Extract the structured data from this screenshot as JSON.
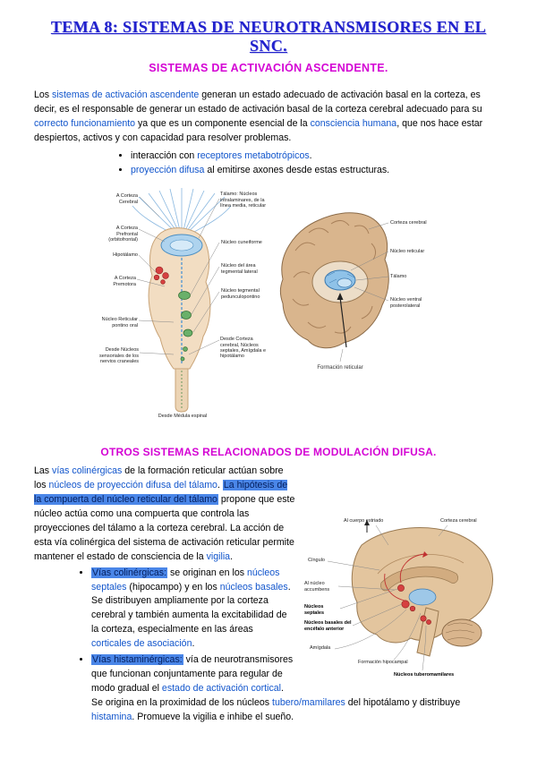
{
  "header": {
    "title": "TEMA 8: SISTEMAS DE NEUROTRANSMISORES EN EL SNC.",
    "subtitle": "SISTEMAS DE ACTIVACIÓN ASCENDENTE."
  },
  "colors": {
    "title_blue": "#2121cd",
    "heading_magenta": "#d404d4",
    "term_blue": "#1155cc",
    "highlight_bg": "#4a86e8"
  },
  "intro": {
    "paragraph": [
      {
        "t": "Los ",
        "s": "n"
      },
      {
        "t": "sistemas de activación ascendente",
        "s": "b"
      },
      {
        "t": " generan un estado adecuado de activación basal en la corteza, es decir, es el responsable de generar un estado de activación basal de la corteza cerebral adecuado para su ",
        "s": "n"
      },
      {
        "t": "correcto funcionamiento",
        "s": "b"
      },
      {
        "t": " ya que es un componente esencial de la ",
        "s": "n"
      },
      {
        "t": "consciencia humana",
        "s": "b"
      },
      {
        "t": ", que nos hace estar despiertos, activos y con capacidad para resolver problemas.",
        "s": "n"
      }
    ],
    "bullets": [
      [
        {
          "t": "interacción con ",
          "s": "n"
        },
        {
          "t": "receptores metabotrópicos",
          "s": "b"
        },
        {
          "t": ".",
          "s": "n"
        }
      ],
      [
        {
          "t": "proyección difusa",
          "s": "b"
        },
        {
          "t": " al emitirse axones desde estas estructuras.",
          "s": "n"
        }
      ]
    ]
  },
  "figures": {
    "fig1": {
      "labels_left": [
        "A Corteza Cerebral",
        "A Corteza Prefrontal (orbitofrontal)",
        "Hipotálamo",
        "A Corteza Premotora",
        "Núcleo Reticular pontino oral",
        "Desde Núcleos sensoriales de los nervios craneales"
      ],
      "label_bottom": "Desde Médula espinal",
      "labels_right": [
        "Tálamo: Núcleos intralaminares, de la línea media, reticular",
        "Núcleo cuneiforme",
        "Núcleo del área tegmental lateral",
        "Núcleo tegmental pedunculopontino",
        "Desde Corteza cerebral, Núcleos septales, Amígdala e hipotálamo"
      ]
    },
    "fig2": {
      "labels": [
        "Corteza cerebral",
        "Núcleo reticular",
        "Tálamo",
        "Núcleo ventral posterolateral"
      ],
      "caption": "Formación reticular"
    },
    "fig3": {
      "labels": [
        "Al cuerpo estriado",
        "Corteza cerebral",
        "Cíngulo",
        "Al núcleo accumbens",
        "Núcleos septales",
        "Núcleos basales del encéfalo anterior",
        "Amígdala",
        "Formación hipocampal",
        "Núcleos tuberomamilares"
      ]
    }
  },
  "section2": {
    "heading": "OTROS SISTEMAS RELACIONADOS DE MODULACIÓN DIFUSA.",
    "paragraph": [
      {
        "t": "Las ",
        "s": "n"
      },
      {
        "t": "vías colinérgicas",
        "s": "b"
      },
      {
        "t": " de la formación reticular actúan sobre los ",
        "s": "n"
      },
      {
        "t": "núcleos de proyección difusa del tálamo",
        "s": "b"
      },
      {
        "t": ". ",
        "s": "n"
      },
      {
        "t": "La hipótesis de la compuerta del núcleo reticular del tálamo",
        "s": "h"
      },
      {
        "t": " propone que este núcleo actúa como una compuerta que controla las proyecciones del tálamo a la corteza cerebral. La acción de esta vía colinérgica del sistema de activación reticular permite mantener el estado de consciencia de la ",
        "s": "n"
      },
      {
        "t": "vigilia",
        "s": "b"
      },
      {
        "t": ".",
        "s": "n"
      }
    ],
    "bullets": [
      [
        {
          "t": "Vías colinérgicas:",
          "s": "h"
        },
        {
          "t": " se originan en los ",
          "s": "n"
        },
        {
          "t": "núcleos septales",
          "s": "b"
        },
        {
          "t": " (hipocampo) y en los ",
          "s": "n"
        },
        {
          "t": "núcleos basales",
          "s": "b"
        },
        {
          "t": ". Se distribuyen ampliamente por la corteza cerebral y también aumenta la excitabilidad de la corteza, especialmente en las áreas ",
          "s": "n"
        },
        {
          "t": "corticales de asociación",
          "s": "b"
        },
        {
          "t": ".",
          "s": "n"
        }
      ],
      [
        {
          "t": "Vías histaminérgicas:",
          "s": "h"
        },
        {
          "t": " vía de neurotransmisores que funcionan conjuntamente para regular de modo gradual el ",
          "s": "n"
        },
        {
          "t": "estado de activación cortical",
          "s": "b"
        },
        {
          "t": ". Se origina en la proximidad de los núcleos ",
          "s": "n"
        },
        {
          "t": "tubero/mamilares",
          "s": "b"
        },
        {
          "t": " del hipotálamo y distribuye ",
          "s": "n"
        },
        {
          "t": "histamina",
          "s": "b"
        },
        {
          "t": ". Promueve la vigilia e inhibe el sueño.",
          "s": "n"
        }
      ]
    ]
  }
}
